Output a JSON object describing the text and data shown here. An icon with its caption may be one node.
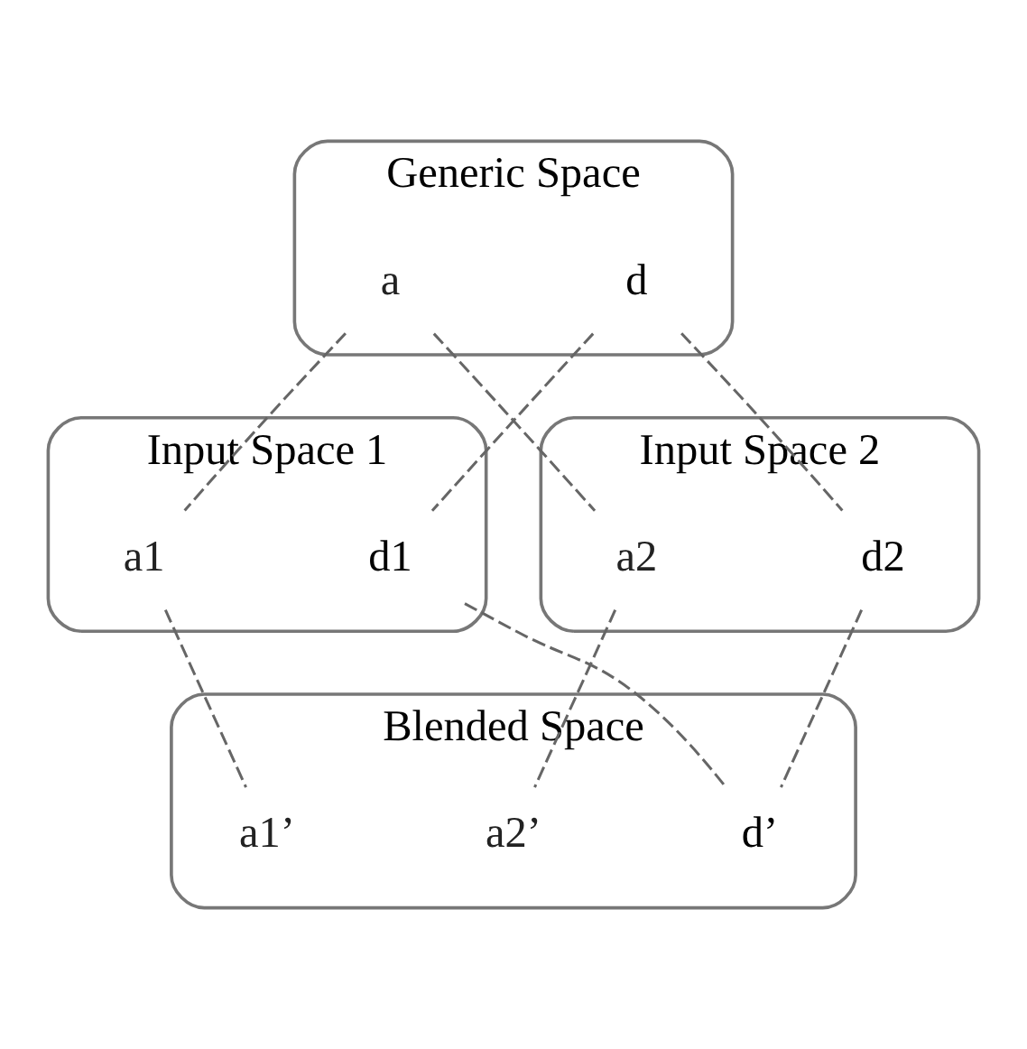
{
  "diagram": {
    "nodes": [
      {
        "text": [
          "Generic Space"
        ]
      },
      {
        "text": [
          "d"
        ],
        "in": 0
      },
      {
        "text": [
          "a"
        ],
        "in": 0
      },
      {
        "text": [
          "Input Space 1"
        ]
      },
      {
        "text": [
          "d1"
        ],
        "in": 3
      },
      {
        "text": [
          "a1"
        ],
        "in": 3
      },
      {
        "text": [
          "Input Space 2"
        ]
      },
      {
        "text": [
          "d2"
        ],
        "in": 6
      },
      {
        "text": [
          "a2"
        ],
        "in": 6
      },
      {
        "text": [
          "Blended Space"
        ]
      },
      {
        "text": [
          "d’"
        ],
        "in": 9
      },
      {
        "text": [
          "a2’"
        ],
        "in": 9
      },
      {
        "text": [
          "a1’"
        ],
        "in": 9
      }
    ],
    "edges": [
      {
        "from": 1,
        "to": 4,
        "arrow": "none",
        "style": "dashed"
      },
      {
        "from": 2,
        "to": 5,
        "arrow": "none",
        "style": "dashed"
      },
      {
        "from": 1,
        "to": 7,
        "arrow": "none",
        "style": "dashed"
      },
      {
        "from": 2,
        "to": 8,
        "arrow": "none",
        "style": "dashed"
      },
      {
        "from": 4,
        "to": 10,
        "arrow": "none",
        "style": "dashed"
      },
      {
        "from": 5,
        "to": 12,
        "arrow": "none",
        "style": "dashed"
      },
      {
        "from": 7,
        "to": 10,
        "arrow": "none",
        "style": "dashed"
      },
      {
        "from": 8,
        "to": 11,
        "arrow": "none",
        "style": "dashed"
      }
    ]
  }
}
